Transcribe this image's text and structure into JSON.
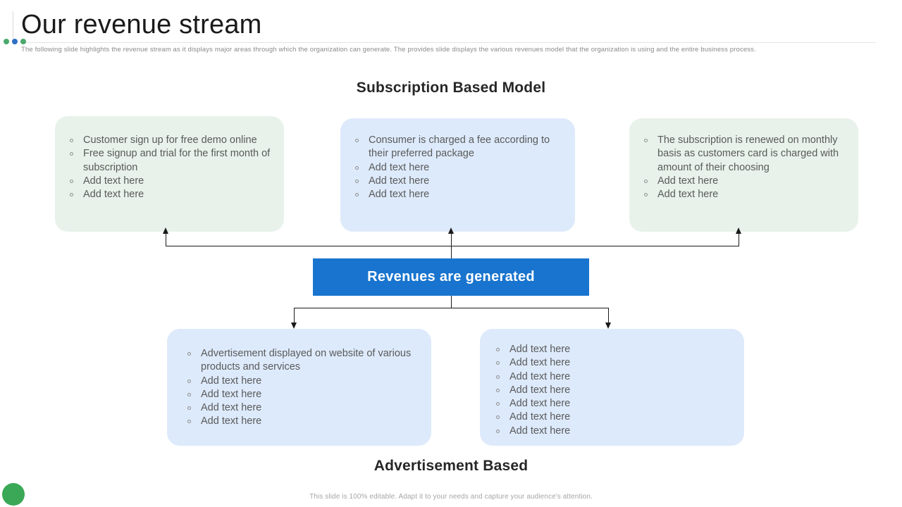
{
  "header": {
    "title": "Our revenue stream",
    "subtitle": "The following slide highlights the revenue stream as it displays major areas through which the organization can generate. The provides slide displays the various revenues model that the organization is using and the entire business process.",
    "dots": [
      {
        "name": "dot-green-1",
        "color": "#4aa96c"
      },
      {
        "name": "dot-blue",
        "color": "#2f6fc4"
      },
      {
        "name": "dot-green-2",
        "color": "#4aa96c"
      }
    ]
  },
  "headings": {
    "top": "Subscription Based Model",
    "bottom": "Advertisement Based"
  },
  "center_box": {
    "label": "Revenues are generated",
    "color": "#1874ce"
  },
  "cards": {
    "top_left": {
      "accent": "#e8f2ea",
      "items": [
        "Customer sign up for free demo online",
        "Free signup and trial for the first month of subscription",
        "Add text here",
        "Add text here"
      ]
    },
    "top_mid": {
      "accent": "#ddeafb",
      "items": [
        "Consumer is charged a fee according to their preferred package",
        "Add text here",
        "Add text here",
        "Add text here"
      ]
    },
    "top_right": {
      "accent": "#e8f2ea",
      "items": [
        "The subscription is renewed on monthly basis as customers card is charged with amount of their choosing",
        "Add text here",
        "Add text here"
      ]
    },
    "bottom_left": {
      "accent": "#ddeafb",
      "items": [
        "Advertisement displayed on website of various products and services",
        "Add text here",
        "Add text here",
        "Add text here",
        "Add text here"
      ]
    },
    "bottom_right": {
      "accent": "#ddeafb",
      "items": [
        "Add text here",
        "Add text here",
        "Add text here",
        "Add text here",
        "Add text here",
        "Add text here",
        "Add text here"
      ]
    }
  },
  "footer": {
    "note": "This slide is 100% editable. Adapt it to your needs and capture your audience's attention.",
    "circle_color": "#3aa856"
  }
}
